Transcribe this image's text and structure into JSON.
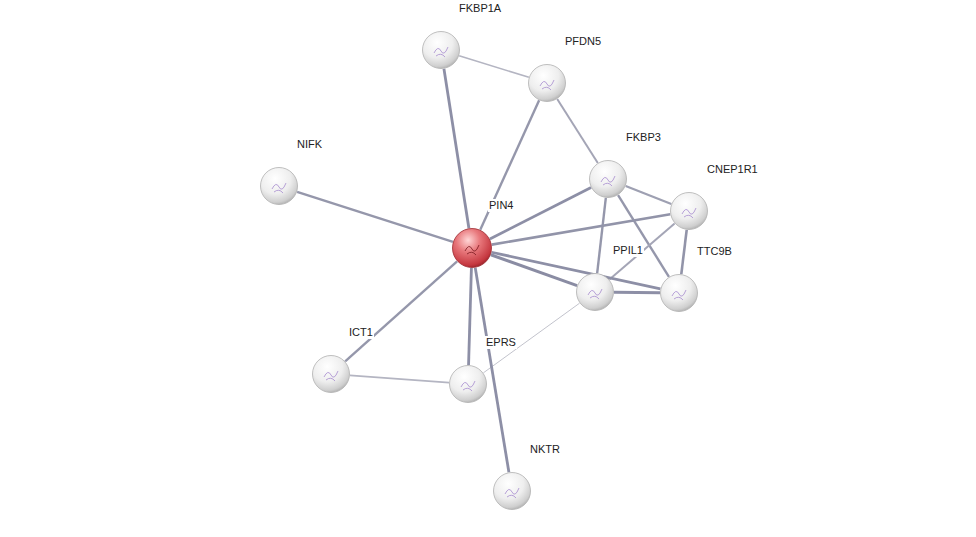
{
  "diagram": {
    "nodes": [
      {
        "text": [
          "FKBP1A"
        ]
      },
      {
        "text": [
          "PFDN5"
        ]
      },
      {
        "text": [
          "FKBP3"
        ]
      },
      {
        "text": [
          "NIFK"
        ]
      },
      {
        "text": [
          "CNEP1R1"
        ]
      },
      {
        "text": [
          "PIN4"
        ]
      },
      {
        "text": [
          "PPIL1"
        ]
      },
      {
        "text": [
          "TTC9B"
        ]
      },
      {
        "text": [
          "ICT1"
        ]
      },
      {
        "text": [
          "EPRS"
        ]
      },
      {
        "text": [
          "NKTR"
        ]
      }
    ],
    "edges": [
      {
        "from": 0,
        "to": 5,
        "arrow": "none"
      },
      {
        "from": 0,
        "to": 1,
        "arrow": "none"
      },
      {
        "from": 1,
        "to": 5,
        "arrow": "none"
      },
      {
        "from": 1,
        "to": 2,
        "arrow": "none"
      },
      {
        "from": 3,
        "to": 5,
        "arrow": "none"
      },
      {
        "from": 2,
        "to": 5,
        "arrow": "none"
      },
      {
        "from": 2,
        "to": 4,
        "arrow": "none"
      },
      {
        "from": 2,
        "to": 6,
        "arrow": "none"
      },
      {
        "from": 2,
        "to": 7,
        "arrow": "none"
      },
      {
        "from": 4,
        "to": 5,
        "arrow": "none"
      },
      {
        "from": 4,
        "to": 6,
        "arrow": "none"
      },
      {
        "from": 4,
        "to": 7,
        "arrow": "none"
      },
      {
        "from": 6,
        "to": 5,
        "arrow": "none"
      },
      {
        "from": 7,
        "to": 5,
        "arrow": "none"
      },
      {
        "from": 6,
        "to": 7,
        "arrow": "none"
      },
      {
        "from": 8,
        "to": 5,
        "arrow": "none"
      },
      {
        "from": 8,
        "to": 9,
        "arrow": "none"
      },
      {
        "from": 9,
        "to": 5,
        "arrow": "none"
      },
      {
        "from": 9,
        "to": 6,
        "arrow": "none"
      },
      {
        "from": 10,
        "to": 5,
        "arrow": "none"
      }
    ]
  }
}
